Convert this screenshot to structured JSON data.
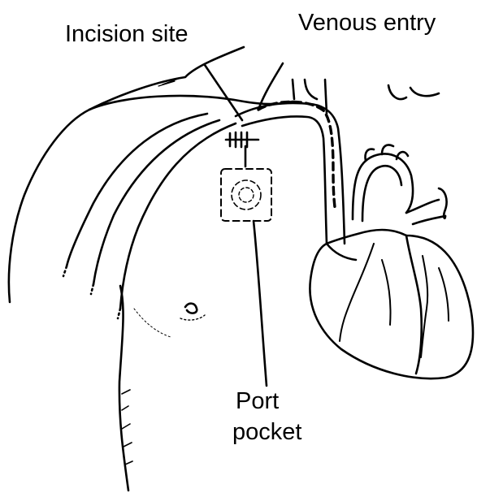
{
  "labels": {
    "incision_site": "Incision site",
    "venous_entry": "Venous entry",
    "port_line1": "Port",
    "port_line2": "pocket"
  },
  "colors": {
    "ink": "#000000",
    "background": "#ffffff"
  }
}
